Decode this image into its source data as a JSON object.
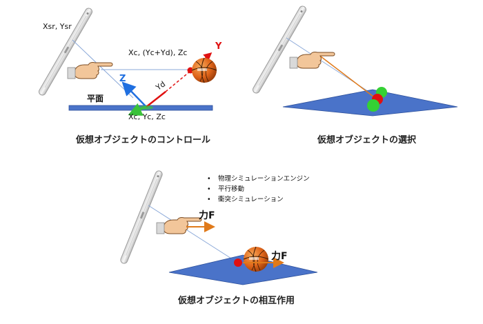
{
  "panel1": {
    "label_sensor": "Xsr, Ysr",
    "label_object": "Xc, (Yc+Yd), Zc",
    "axis_y": "Y",
    "axis_z": "Z",
    "axis_yd": "Yd",
    "label_plane": "平面",
    "label_origin": "Xc, Yc, Zc",
    "caption": "仮想オブジェクトのコントロール"
  },
  "panel2": {
    "caption": "仮想オブジェクトの選択"
  },
  "panel3": {
    "bullets": [
      "物理シミュレーションエンジン",
      "平行移動",
      "衝突シミュレーション"
    ],
    "force_hand": "力F",
    "force_ball": "力F",
    "caption": "仮想オブジェクトの相互作用"
  },
  "colors": {
    "plane": "#4a73c9",
    "axis_red": "#e01010",
    "axis_blue": "#1f6fe0",
    "axis_green": "#3ac23a",
    "force_arrow": "#e07a1a",
    "ball": "#e06a1a",
    "beam": "#8aa8d8"
  },
  "icons": [
    "smartphone-icon",
    "pointing-hand-icon",
    "basketball-icon"
  ]
}
